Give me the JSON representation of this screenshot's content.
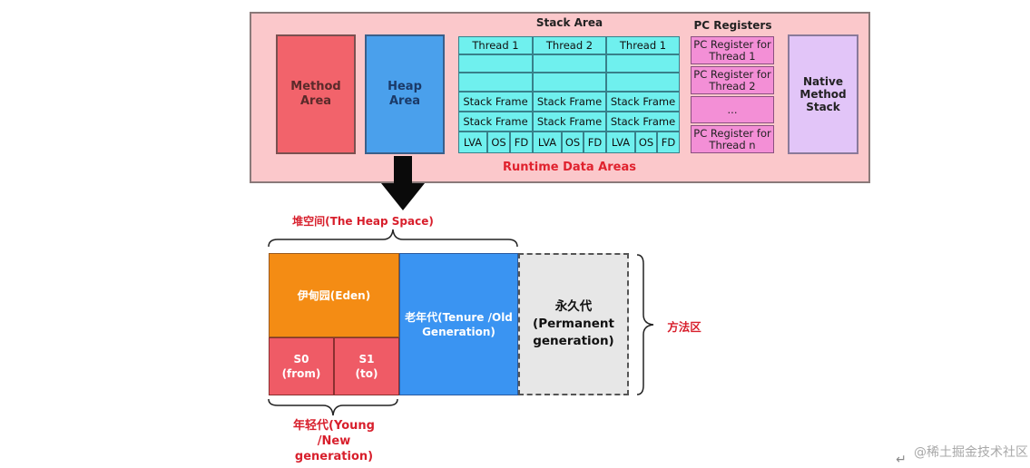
{
  "runtime": {
    "label": "Runtime Data Areas",
    "method_area": "Method\nArea",
    "heap_area": "Heap\nArea",
    "stack_area": {
      "title": "Stack Area",
      "threads": [
        {
          "header": "Thread 1",
          "frames": [
            "Stack Frame",
            "Stack Frame"
          ],
          "parts": [
            "LVA",
            "OS",
            "FD"
          ]
        },
        {
          "header": "Thread 2",
          "frames": [
            "Stack Frame",
            "Stack Frame"
          ],
          "parts": [
            "LVA",
            "OS",
            "FD"
          ]
        },
        {
          "header": "Thread 1",
          "frames": [
            "Stack Frame",
            "Stack Frame"
          ],
          "parts": [
            "LVA",
            "OS",
            "FD"
          ]
        }
      ]
    },
    "pc_registers": {
      "title": "PC Registers",
      "items": [
        "PC Register for\nThread 1",
        "PC Register for\nThread 2",
        "...",
        "PC Register for\nThread n"
      ]
    },
    "native_method_stack": "Native\nMethod\nStack"
  },
  "heap_space": {
    "label": "堆空间(The Heap Space)",
    "eden": "伊甸园(Eden)",
    "s0": "S0\n(from)",
    "s1": "S1\n(to)",
    "tenure": "老年代(Tenure /Old\nGeneration)",
    "permanent": "永久代\n(Permanent\ngeneration)",
    "method_area_label": "方法区",
    "young_label": "年轻代(Young\n/New\ngeneration)"
  },
  "watermark": "@稀土掘金技术社区",
  "colors": {
    "runtime_bg": "#fbc8cb",
    "method_area": "#f2636b",
    "heap_area": "#4aa0ec",
    "stack_cell": "#6ff0ee",
    "pc_register": "#f38fd6",
    "native_stack": "#e2c5f8",
    "eden": "#f48c14",
    "survivor": "#ef5b66",
    "tenure": "#3a94f2",
    "permanent": "#e7e7e7",
    "label_red": "#d81f2c"
  }
}
